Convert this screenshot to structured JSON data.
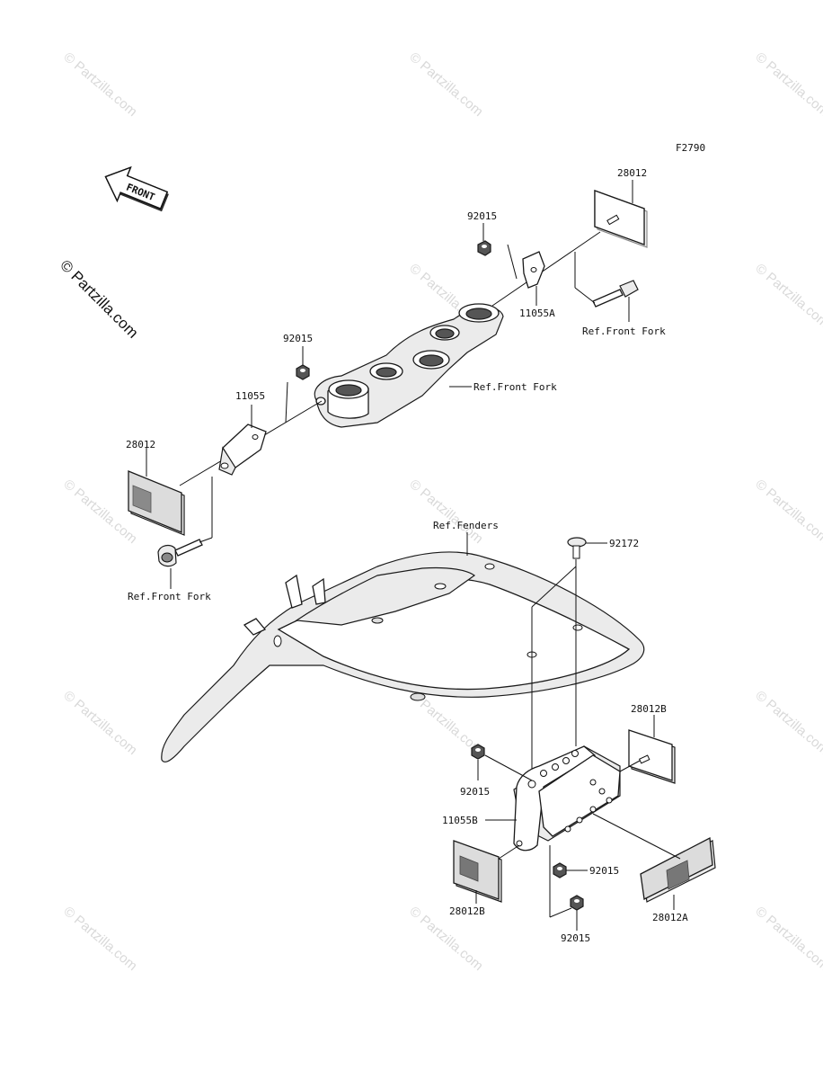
{
  "figure_code": "F2790",
  "front_badge": "FRONT",
  "copyright_side": "© Partzilla.com",
  "watermark": "© Partzilla.com",
  "callouts": {
    "reflector_top_right": "28012",
    "nut_top_right": "92015",
    "bracket_top_right": "11055A",
    "ref_fork_top_right": "Ref.Front Fork",
    "ref_fork_center": "Ref.Front Fork",
    "nut_left": "92015",
    "bracket_left": "11055",
    "reflector_left": "28012",
    "ref_fork_left": "Ref.Front Fork",
    "ref_fenders": "Ref.Fenders",
    "bolt_rear": "92172",
    "reflector_rear_right": "28012B",
    "nut_rear_upper": "92015",
    "bracket_rear": "11055B",
    "reflector_rear_left": "28012B",
    "nut_rear_mid": "92015",
    "nut_rear_lower": "92015",
    "reflector_rear_bottom": "28012A"
  }
}
